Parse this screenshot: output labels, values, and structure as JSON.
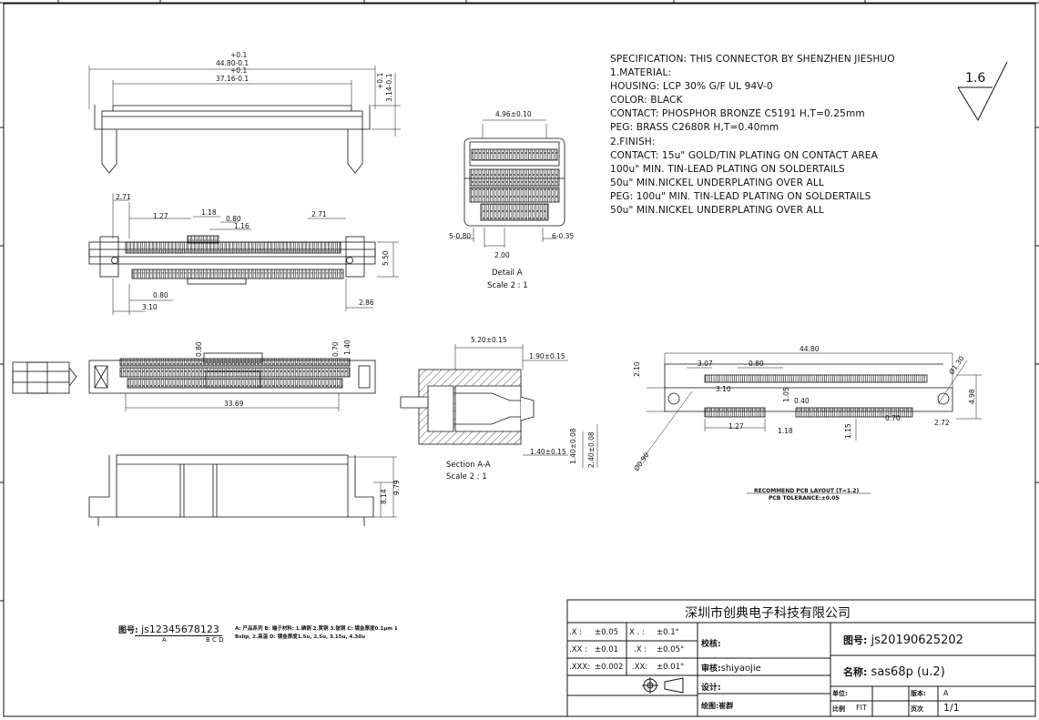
{
  "specification": {
    "lines": [
      "SPECIFICATION: THIS CONNECTOR BY SHENZHEN JIESHUO",
      "1.MATERIAL:",
      "HOUSING: LCP 30% G/F UL 94V-0",
      "COLOR: BLACK",
      "CONTACT: PHOSPHOR BRONZE C5191 H,T=0.25mm",
      "PEG: BRASS C2680R H,T=0.40mm",
      "2.FINISH:",
      "CONTACT: 15u\" GOLD/TIN PLATING ON CONTACT AREA",
      "100u\" MIN. TIN-LEAD PLATING ON SOLDERTAILS",
      "50u\" MIN.NICKEL UNDERPLATING OVER ALL",
      "PEG: 100u\" MIN. TIN-LEAD PLATING ON SOLDERTAILS",
      "50u\" MIN.NICKEL UNDERPLATING OVER ALL"
    ]
  },
  "roughness": "1.6",
  "dimensions": {
    "top_overall": "44.80",
    "top_overall_tol_plus": "+0.1",
    "top_overall_tol_minus": "-0.1",
    "top_inner": "37.16",
    "top_inner_tol_plus": "+0.1",
    "top_inner_tol_minus": "-0.1",
    "height": "3.14",
    "height_tol_plus": "+0.1",
    "height_tol_minus": "-0.1",
    "d_271a": "2.71",
    "d_127": "1.27",
    "d_118": "1.18",
    "d_080a": "0.80",
    "d_116": "1.16",
    "d_271b": "2.71",
    "d_550": "5.50",
    "d_080b": "0.80",
    "d_310": "3.10",
    "d_286": "2.86",
    "detail_width": "4.96±0.10",
    "detail_left": "5-0.80",
    "detail_right": "6-0.35",
    "detail_pitch": "2.00",
    "d_080c": "0.80",
    "d_070": "0.70",
    "d_140": "1.40",
    "d_3369": "33.69",
    "d_814": "8.14",
    "d_979": "9.79",
    "sec_520": "5.20±0.15",
    "sec_190": "1.90±0.15",
    "sec_140": "1.40±0.15",
    "sec_140v": "1.40±0.08",
    "sec_240": "2.40±0.08",
    "pcb_4480": "44.80",
    "pcb_307": "3.07",
    "pcb_080": "0.80",
    "pcb_310": "3.10",
    "pcb_210": "2.10",
    "pcb_105": "1.05",
    "pcb_040": "0.40",
    "pcb_070": "0.70",
    "pcb_127": "1.27",
    "pcb_118": "1.18",
    "pcb_115": "1.15",
    "pcb_272": "2.72",
    "pcb_498": "4.98",
    "pcb_phi130": "Ø1.30",
    "pcb_phi090": "Ø0.90"
  },
  "captions": {
    "detail_title": "Detail A",
    "detail_scale": "Scale 2 : 1",
    "section_title": "Section A-A",
    "section_scale": "Scale 2 : 1",
    "pcb_layout": "RECOMMEND PCB LAYOUT (T=1.2)",
    "pcb_tolerance": "PCB TOLERANCE:±0.05"
  },
  "part_number": {
    "label": "图号:",
    "value": "js12345678123",
    "sub_a": "A",
    "sub_bcd": "B C D",
    "legend_line1": "A: 产品系列 B: 端子材料: 1.磷铜 2.黄铜 3.铍铜 C: 镀金厚度0.1μm 1",
    "legend_line2": "Bslip, 2.高温 D: 镀金厚度1.5u, 2.5u, 3.15u, 4.30u"
  },
  "title_block": {
    "company": "深圳市创典电子科技有限公司",
    "tolerances": [
      {
        "a": ".X :",
        "av": "±0.05",
        "b": "X . :",
        "bv": "±0.1°"
      },
      {
        "a": ".XX :",
        "av": "±0.01",
        "b": ".X :",
        "bv": "±0.05°"
      },
      {
        "a": ".XXX:",
        "av": "±0.002",
        "b": ".XX:",
        "bv": "±0.01°"
      }
    ],
    "check_label": "校核:",
    "review_label": "审核:",
    "review_value": "shiyaojie",
    "design_label": "设计:",
    "draw_label": "绘图:",
    "draw_value": "崔群",
    "drawing_no_label": "图号:",
    "drawing_no": "js20190625202",
    "name_label": "名称:",
    "name": "sas68p (u.2)",
    "unit_label": "单位:",
    "version_label": "版本:",
    "version": "A",
    "scale_label": "比例",
    "scale": "FIT",
    "page_label": "页次",
    "page": "1/1"
  }
}
